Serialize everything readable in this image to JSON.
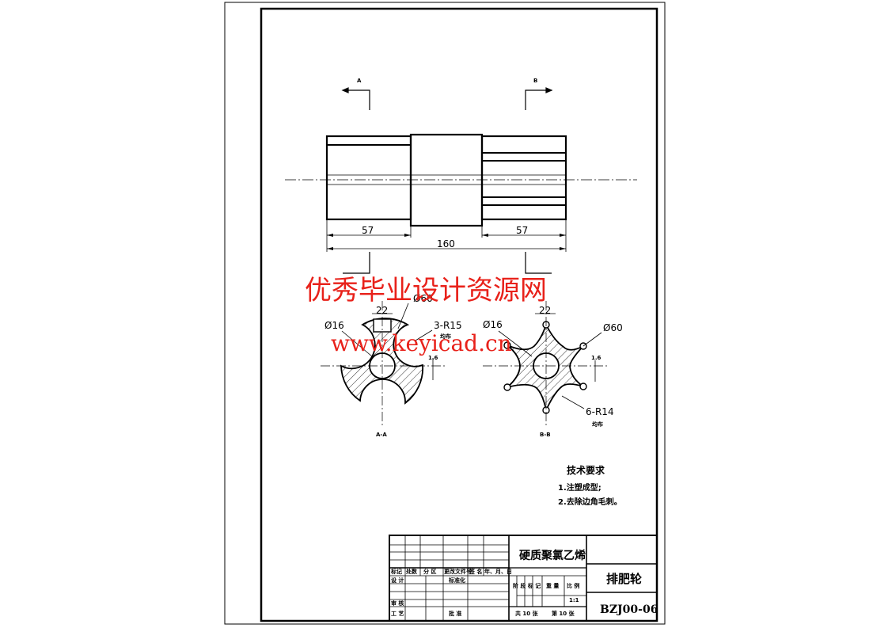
{
  "drawing": {
    "section_a_label": "A",
    "section_b_label": "B",
    "dim_left": "57",
    "dim_right": "57",
    "dim_total": "160",
    "view_a": {
      "width_dim": "22",
      "dia_bore": "Ø16",
      "dia_outer": "Ø60",
      "radius_note": "3-R15",
      "uniform_note": "均布",
      "caption": "A-A",
      "roughness": "1.6"
    },
    "view_b": {
      "width_dim": "22",
      "dia_bore": "Ø16",
      "dia_outer": "Ø60",
      "radius_note": "6-R14",
      "uniform_note": "均布",
      "caption": "B-B",
      "roughness": "1.6"
    }
  },
  "watermark": {
    "line1": "优秀毕业设计资源网",
    "line2": "www.keyicad.cn"
  },
  "requirements": {
    "title": "技术要求",
    "items": [
      "1.注塑成型;",
      "2.去除边角毛刺。"
    ]
  },
  "title_block": {
    "material": "硬质聚氯乙烯",
    "part_name": "排肥轮",
    "drawing_no": "BZJ00-06",
    "scale": "1:1",
    "h_mark": "标记",
    "h_count": "处数",
    "h_zone": "分 区",
    "h_docno": "更改文件号",
    "h_sign": "签 名",
    "h_date": "年、月、日",
    "h_design": "设 计",
    "h_standard": "标准化",
    "h_review": "审 核",
    "h_process": "工 艺",
    "h_approve": "批 准",
    "h_stage": "阶 段 标 记",
    "h_weight": "重 量",
    "h_scale": "比 例",
    "sheets_total": "共 10 张",
    "sheet_no": "第 10 张"
  }
}
